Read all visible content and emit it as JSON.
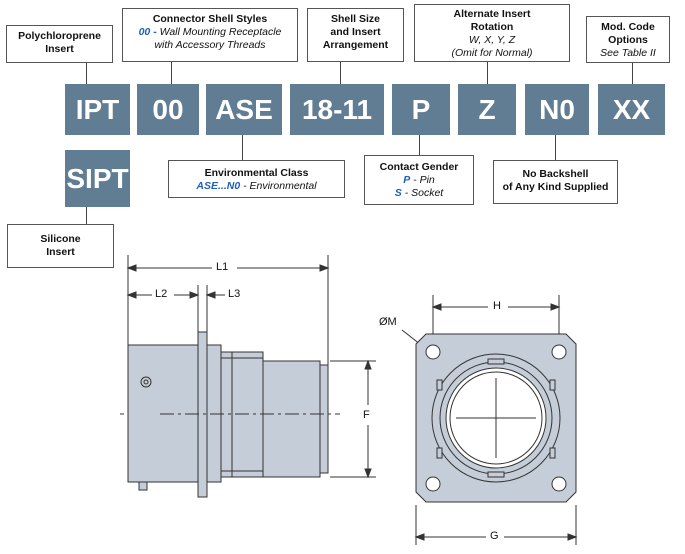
{
  "codes": {
    "ipt": "IPT",
    "sipt": "SIPT",
    "shell": "00",
    "ase": "ASE",
    "size": "18-11",
    "gender": "P",
    "rotation": "Z",
    "backshell": "N0",
    "mod": "XX"
  },
  "labels": {
    "poly": {
      "l1": "Polychloroprene",
      "l2": "Insert"
    },
    "styles": {
      "title": "Connector Shell Styles",
      "code": "00 -",
      "l1": "Wall Mounting Receptacle",
      "l2": "with Accessory Threads"
    },
    "size": {
      "l1": "Shell Size",
      "l2": "and Insert",
      "l3": "Arrangement"
    },
    "rotation": {
      "l1": "Alternate Insert",
      "l2": "Rotation",
      "l3": "W, X, Y, Z",
      "l4": "(Omit for Normal)"
    },
    "mod": {
      "l1": "Mod. Code",
      "l2": "Options",
      "l3": "See Table II"
    },
    "silicone": {
      "l1": "Silicone",
      "l2": "Insert"
    },
    "env": {
      "title": "Environmental Class",
      "code": "ASE...N0",
      "rest": " - Environmental"
    },
    "gender": {
      "title": "Contact Gender",
      "p": "P",
      "prest": " - Pin",
      "s": "S",
      "srest": " - Socket"
    },
    "backshell": {
      "l1": "No Backshell",
      "l2": "of Any Kind Supplied"
    }
  },
  "dims": {
    "l1": "L1",
    "l2": "L2",
    "l3": "L3",
    "f": "F",
    "m": "ØM",
    "h": "H",
    "g": "G"
  },
  "colors": {
    "code_bg": "#607d93",
    "part_fill": "#c5ced8",
    "accent": "#1f5fbf"
  }
}
